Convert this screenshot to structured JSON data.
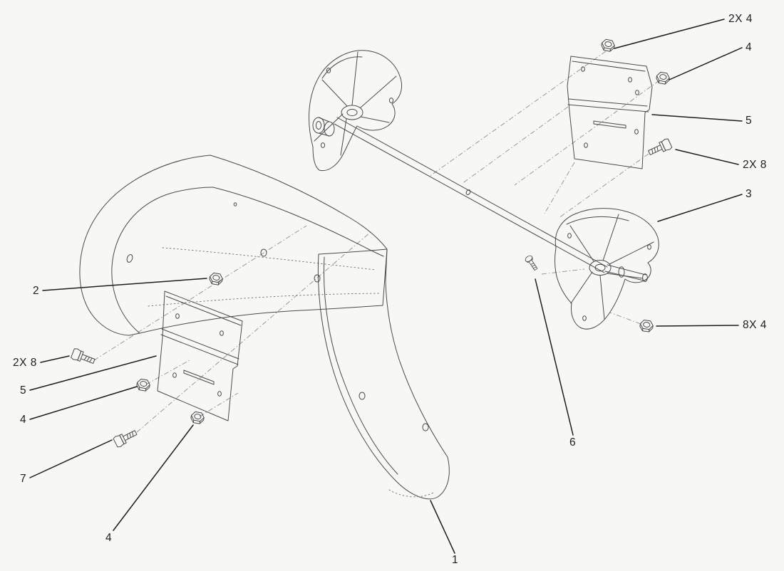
{
  "diagram": {
    "type": "exploded-parts-diagram",
    "background_color": "#f7f7f6",
    "line_color": "#4a4a4a",
    "label_color": "#1d1d1d",
    "callouts": [
      {
        "label": "2X 4"
      },
      {
        "label": "4"
      },
      {
        "label": "5"
      },
      {
        "label": "2X 8"
      },
      {
        "label": "3"
      },
      {
        "label": "8X 4"
      },
      {
        "label": "2"
      },
      {
        "label": "2X 8"
      },
      {
        "label": "5"
      },
      {
        "label": "4"
      },
      {
        "label": "7"
      },
      {
        "label": "4"
      },
      {
        "label": "6"
      },
      {
        "label": "1"
      }
    ]
  }
}
